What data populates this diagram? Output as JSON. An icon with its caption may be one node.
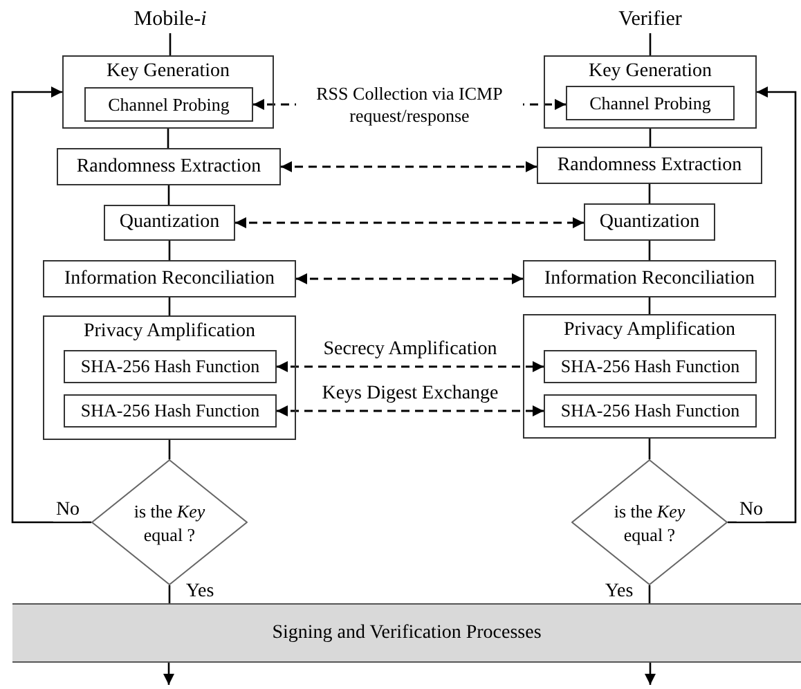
{
  "diagram": {
    "nodes": [
      {
        "text": [
          "Mobile-*i*"
        ]
      },
      {
        "text": [
          "Verifier"
        ]
      },
      {
        "text": [
          "Key Generation"
        ]
      },
      {
        "text": [
          "Channel Probing"
        ],
        "in": 2
      },
      {
        "text": [
          "Key Generation"
        ]
      },
      {
        "text": [
          "Channel Probing"
        ],
        "in": 4
      },
      {
        "text": [
          "Randomness Extraction"
        ]
      },
      {
        "text": [
          "Randomness Extraction"
        ]
      },
      {
        "text": [
          "Quantization"
        ]
      },
      {
        "text": [
          "Quantization"
        ]
      },
      {
        "text": [
          "Information Reconciliation"
        ]
      },
      {
        "text": [
          "Information Reconciliation"
        ]
      },
      {
        "text": [
          "Privacy Amplification"
        ]
      },
      {
        "text": [
          "SHA-256 Hash Function"
        ],
        "in": 12
      },
      {
        "text": [
          "SHA-256 Hash Function"
        ],
        "in": 12
      },
      {
        "text": [
          "Privacy Amplification"
        ]
      },
      {
        "text": [
          "SHA-256 Hash Function"
        ],
        "in": 15
      },
      {
        "text": [
          "SHA-256 Hash Function"
        ],
        "in": 15
      },
      {
        "text": [
          "is the *Key* equal ?"
        ]
      },
      {
        "text": [
          "is the *Key* equal ?"
        ]
      },
      {
        "text": [
          "Signing and Verification Processes"
        ]
      }
    ],
    "edges": [
      {
        "from": 0,
        "to": 2,
        "arrow": "none"
      },
      {
        "from": 1,
        "to": 4,
        "arrow": "none"
      },
      {
        "from": 3,
        "to": 5,
        "arrow": "both",
        "style": "dashed",
        "label": "RSS Collection via ICMP request/response"
      },
      {
        "from": 2,
        "to": 6,
        "arrow": "none"
      },
      {
        "from": 4,
        "to": 7,
        "arrow": "none"
      },
      {
        "from": 6,
        "to": 7,
        "arrow": "both",
        "style": "dashed"
      },
      {
        "from": 6,
        "to": 8,
        "arrow": "none"
      },
      {
        "from": 7,
        "to": 9,
        "arrow": "none"
      },
      {
        "from": 8,
        "to": 9,
        "arrow": "both",
        "style": "dashed"
      },
      {
        "from": 8,
        "to": 10,
        "arrow": "none"
      },
      {
        "from": 9,
        "to": 11,
        "arrow": "none"
      },
      {
        "from": 10,
        "to": 11,
        "arrow": "both",
        "style": "dashed"
      },
      {
        "from": 10,
        "to": 12,
        "arrow": "none"
      },
      {
        "from": 11,
        "to": 15,
        "arrow": "none"
      },
      {
        "from": 13,
        "to": 16,
        "arrow": "both",
        "style": "dashed",
        "label": "Secrecy Amplification"
      },
      {
        "from": 14,
        "to": 17,
        "arrow": "both",
        "style": "dashed",
        "label": "Keys Digest Exchange"
      },
      {
        "from": 12,
        "to": 18,
        "arrow": "none"
      },
      {
        "from": 15,
        "to": 19,
        "arrow": "none"
      },
      {
        "from": 18,
        "to": 2,
        "arrow": "to",
        "label": "No"
      },
      {
        "from": 19,
        "to": 4,
        "arrow": "to",
        "label": "No"
      },
      {
        "from": 18,
        "to": 20,
        "arrow": "none",
        "label": "Yes"
      },
      {
        "from": 19,
        "to": 20,
        "arrow": "none",
        "label": "Yes"
      },
      {
        "from": 20,
        "to": null,
        "arrow": "to"
      },
      {
        "from": 20,
        "to": null,
        "arrow": "to"
      }
    ]
  }
}
